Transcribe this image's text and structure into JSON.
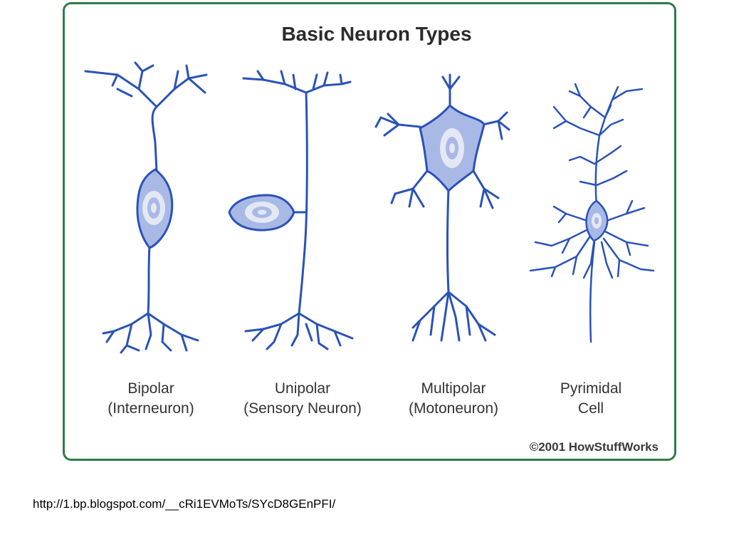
{
  "figure": {
    "title": "Basic Neuron Types",
    "neurons": [
      {
        "name_line1": "Bipolar",
        "name_line2": "(Interneuron)"
      },
      {
        "name_line1": "Unipolar",
        "name_line2": "(Sensory Neuron)"
      },
      {
        "name_line1": "Multipolar",
        "name_line2": "(Motoneuron)"
      },
      {
        "name_line1": "Pyrimidal",
        "name_line2": "Cell"
      }
    ],
    "copyright": "©2001 HowStuffWorks"
  },
  "source_url": "http://1.bp.blogspot.com/__cRi1EVMoTs/SYcD8GEnPFI/",
  "colors": {
    "frame": "#2e7d46",
    "neuron_line": "#2a52b8",
    "cell_body_fill": "#a9b9e6",
    "nucleus_ring": "#e4e8f4",
    "nucleus": "#a9b9e6"
  }
}
